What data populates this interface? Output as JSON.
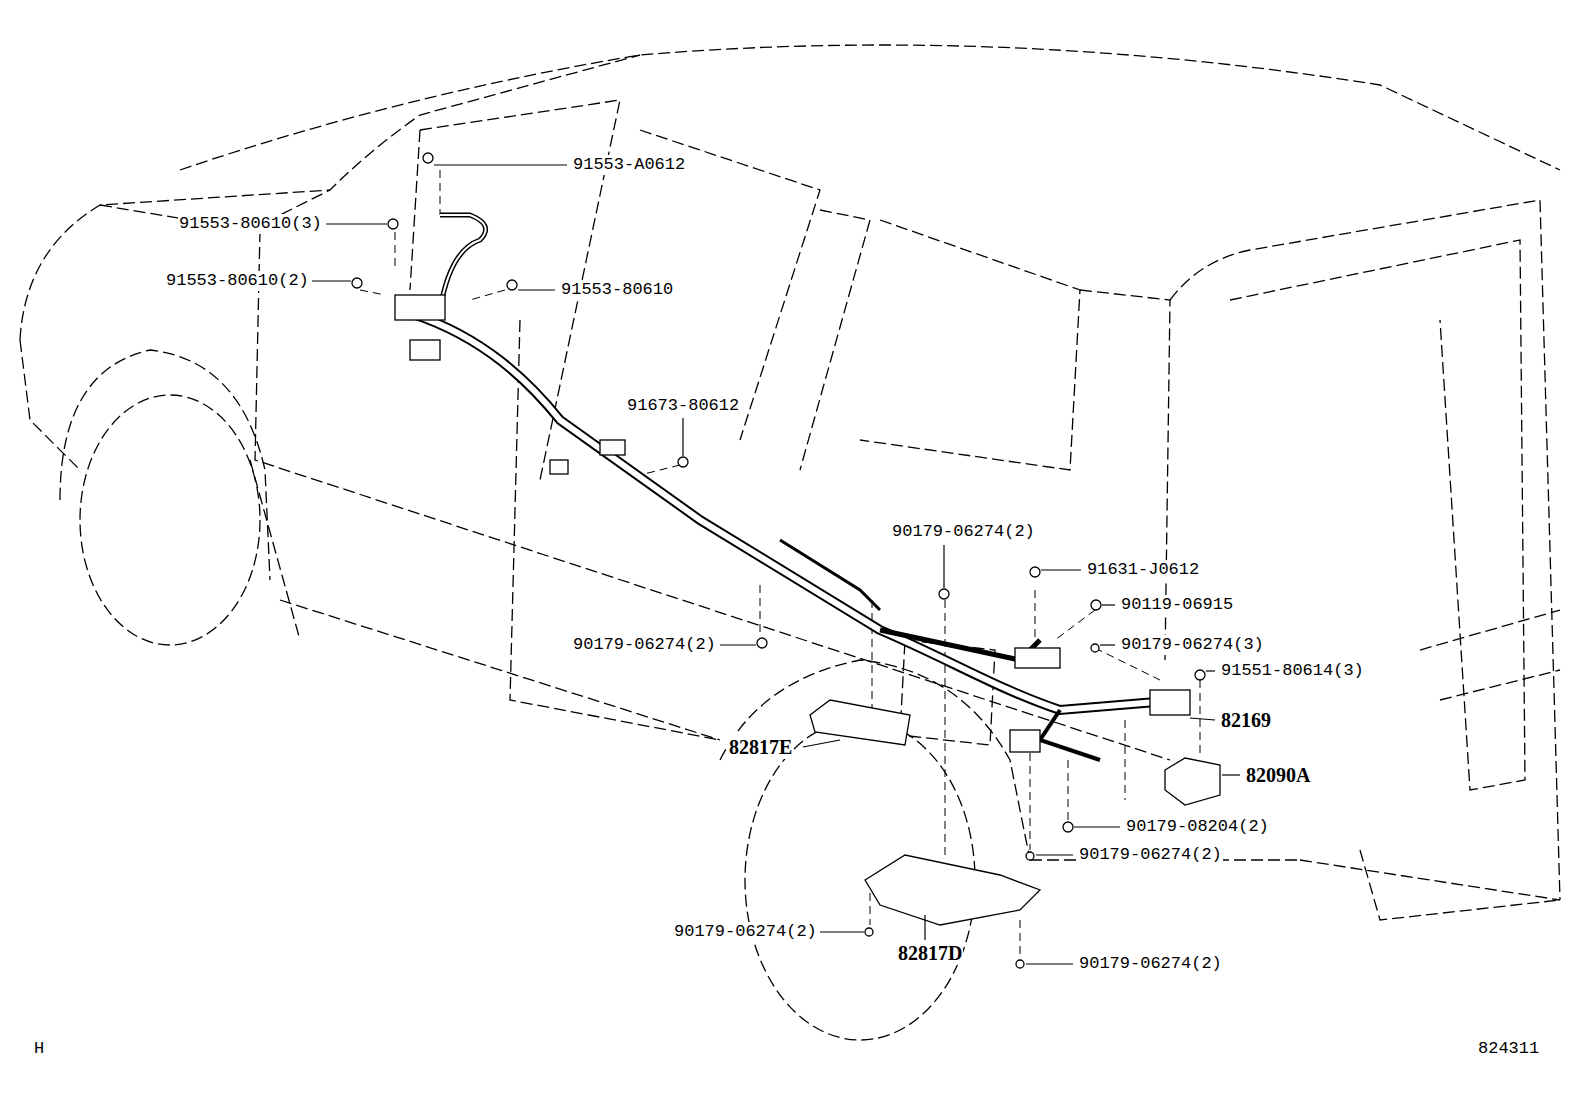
{
  "diagram": {
    "labels": [
      "91553-A0612",
      "91553-80610(3)",
      "91553-80610(2)",
      "91553-80610",
      "91673-80612",
      "90179-06274(2)",
      "91631-J0612",
      "90119-06915",
      "90179-06274(2)",
      "90179-06274(3)",
      "91551-80614(3)",
      "82169",
      "82817E",
      "82090A",
      "90179-08204(2)",
      "90179-06274(2)",
      "90179-06274(2)",
      "82817D",
      "90179-06274(2)",
      "H",
      "824311"
    ]
  }
}
